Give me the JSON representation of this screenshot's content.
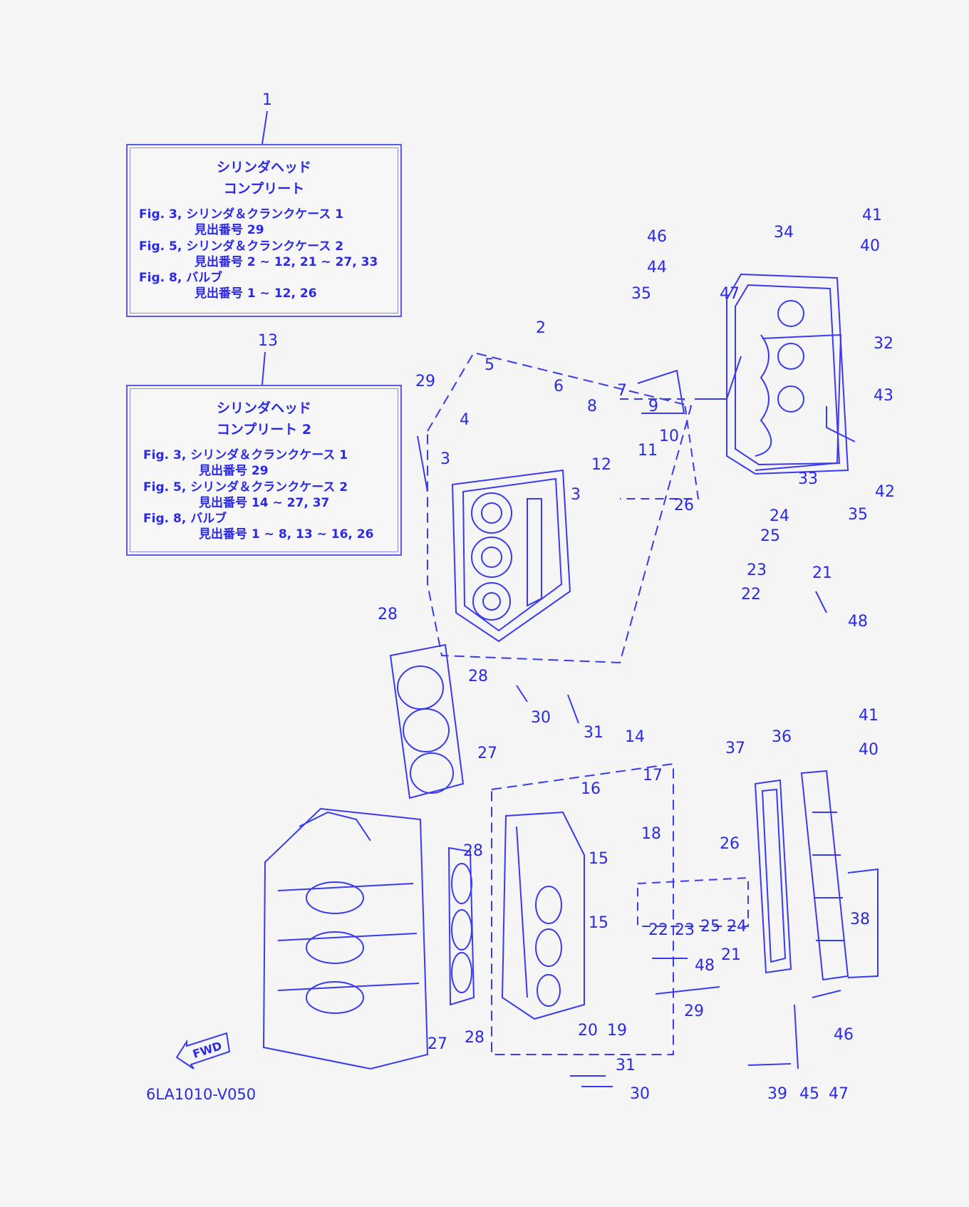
{
  "box1": {
    "number": "1",
    "title1": "シリンダヘッド",
    "title2": "コンプリート",
    "l1": "Fig. 3, シリンダ＆クランクケース 1",
    "l2": "見出番号 29",
    "l3": "Fig. 5, シリンダ＆クランクケース 2",
    "l4": "見出番号 2 ~ 12, 21 ~ 27, 33",
    "l5": "Fig. 8, バルブ",
    "l6": "見出番号 1 ~ 12, 26"
  },
  "box2": {
    "number": "13",
    "title1": "シリンダヘッド",
    "title2": "コンプリート 2",
    "l1": "Fig. 3, シリンダ＆クランクケース 1",
    "l2": "見出番号 29",
    "l3": "Fig. 5, シリンダ＆クランクケース 2",
    "l4": "見出番号 14 ~ 27, 37",
    "l5": "Fig. 8, バルブ",
    "l6": "見出番号 1 ~ 8, 13 ~ 16, 26"
  },
  "fwd": "FWD",
  "diagram_code": "6LA1010-V050",
  "part_numbers": [
    "2",
    "3",
    "3",
    "4",
    "5",
    "6",
    "7",
    "8",
    "9",
    "10",
    "11",
    "12",
    "14",
    "15",
    "15",
    "16",
    "17",
    "18",
    "19",
    "20",
    "21",
    "21",
    "22",
    "22",
    "23",
    "23",
    "24",
    "24",
    "25",
    "25",
    "26",
    "26",
    "27",
    "27",
    "28",
    "28",
    "28",
    "28",
    "29",
    "29",
    "30",
    "30",
    "31",
    "31",
    "32",
    "33",
    "34",
    "35",
    "35",
    "36",
    "37",
    "38",
    "39",
    "40",
    "40",
    "41",
    "41",
    "42",
    "43",
    "44",
    "45",
    "46",
    "46",
    "47",
    "47",
    "48",
    "48"
  ],
  "colors": {
    "ink": "#2a2ae6",
    "background": "#f5f5f5"
  }
}
